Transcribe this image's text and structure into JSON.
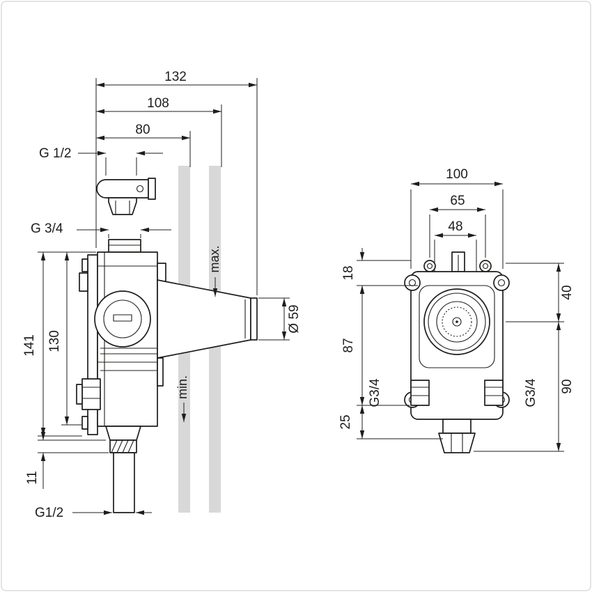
{
  "page": {
    "background": "#ffffff",
    "frame_color": "#dcdcdc"
  },
  "drawing": {
    "stroke": "#1d1d1b",
    "wall_fill": "#d8d8d8",
    "side_view": {
      "dim_width_overall": "132",
      "dim_width_max_wall": "108",
      "dim_width_min_wall": "80",
      "thread_top": "G 1/2",
      "thread_top_port": "G 3/4",
      "dim_height_overall": "141",
      "dim_height_body": "130",
      "dim_outlet_offset": "11",
      "thread_bottom": "G1/2",
      "dim_spindle_diameter": "Ø 59",
      "label_wall_max": "max.",
      "label_wall_min": "min."
    },
    "front_view": {
      "dim_width_housing": "100",
      "dim_screw_spacing": "65",
      "dim_port_spacing": "48",
      "dim_top_offset": "18",
      "dim_center_height": "87",
      "dim_bottom_offset": "25",
      "dim_right_upper": "40",
      "dim_right_lower": "90",
      "thread_side_left": "G3/4",
      "thread_side_right": "G3/4"
    }
  }
}
